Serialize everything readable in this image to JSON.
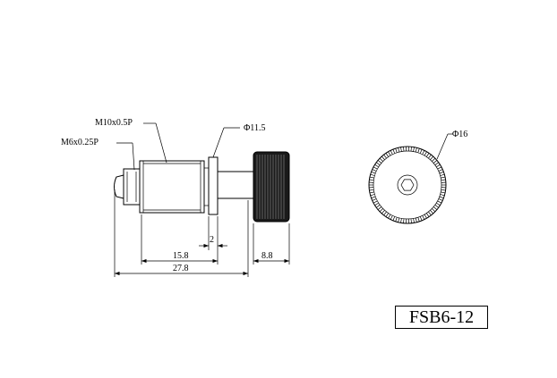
{
  "labels": {
    "thread_small": "M6x0.25P",
    "thread_large": "M10x0.5P",
    "flange_dia": "Φ11.5",
    "knob_dia": "Φ16"
  },
  "dimensions": {
    "flange_width": "2",
    "body_length": "15.8",
    "knob_length": "8.8",
    "overall_length": "27.8"
  },
  "part_number": "FSB6-12"
}
